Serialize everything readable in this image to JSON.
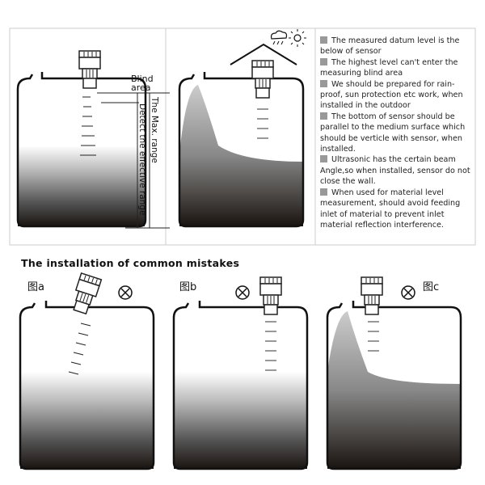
{
  "top_diagram": {
    "blind_area_label": "Blind area",
    "blind_area_line1": "Blind",
    "blind_area_line2": "area",
    "max_range_label": "The Max. range",
    "effective_range_label": "Detect the effective range"
  },
  "notes": [
    "The measured datum level is the below of sensor",
    "The highest level can't enter the measuring blind area",
    "We should be prepared for rain-proof, sun protection etc work, when installed in the outdoor",
    "The bottom of sensor should be parallel to the medium surface which should be verticle with sensor, when installed.",
    "Ultrasonic has the certain beam Angle,so when installed, sensor do not close the wall.",
    "When used for material level measurement, should avoid feeding inlet of material to prevent inlet material reflection interference."
  ],
  "mistakes": {
    "title": "The installation of common mistakes",
    "figures": [
      {
        "label": "图a"
      },
      {
        "label": "图b"
      },
      {
        "label": "图c"
      }
    ]
  },
  "colors": {
    "border": "#cccccc",
    "bullet": "#999999",
    "liquid_dark": "#1a1410"
  }
}
